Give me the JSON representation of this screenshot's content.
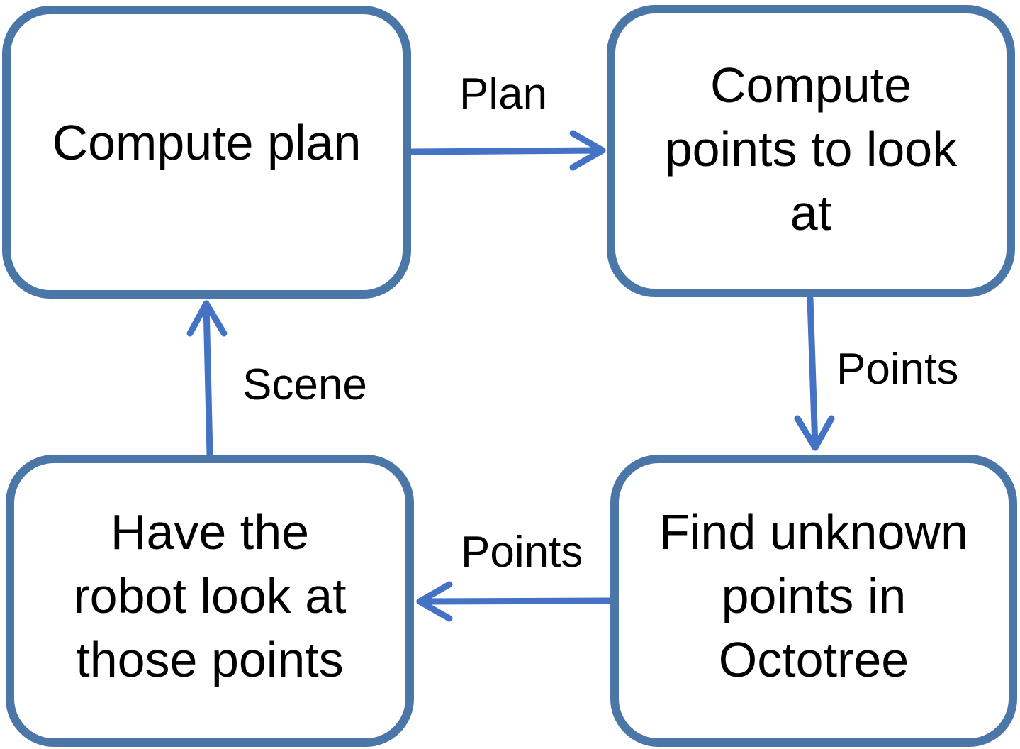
{
  "diagram": {
    "nodes": {
      "compute_plan": "Compute plan",
      "compute_points": "Compute\npoints to look\nat",
      "find_unknown": "Find unknown\npoints in\nOctotree",
      "have_robot": "Have the\nrobot look at\nthose points"
    },
    "edges": {
      "plan": "Plan",
      "points_right": "Points",
      "points_bottom": "Points",
      "scene": "Scene"
    }
  },
  "colors": {
    "box_border": "#4a76a8",
    "arrow": "#4472c4"
  }
}
